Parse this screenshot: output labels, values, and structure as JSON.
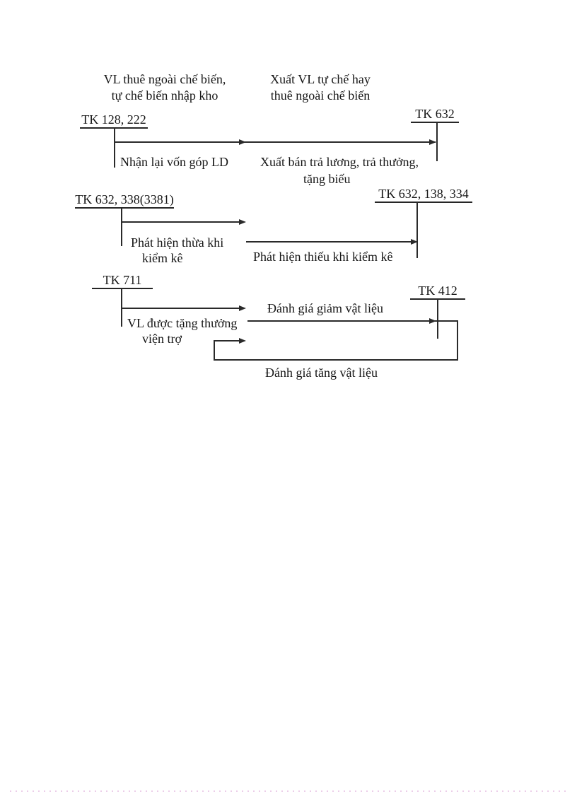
{
  "meta": {
    "description": "Scanned Vietnamese accounting T-account flow diagram (materials accounting entries)",
    "line_color": "#2a2a2a",
    "text_color": "#161616",
    "footer_dotted_color": "#eccee9",
    "background": "#ffffff"
  },
  "diagram": {
    "s1": {
      "label_left_line1": "VL thuê ngoài chế biến,",
      "label_left_line2": "tự chế biến nhập kho",
      "label_right_line1": "Xuất VL tự chế hay",
      "label_right_line2": "thuê ngoài chế biến",
      "account_left": "TK 128, 222",
      "account_right": "TK 632",
      "flow_label_left": "Nhận lại vốn góp LD",
      "flow_label_right_line1": "Xuất bán trả lương, trả thưởng,",
      "flow_label_right_line2": "tặng biếu"
    },
    "s2": {
      "account_left": "TK 632, 338(3381)",
      "account_right": "TK 632, 138, 334",
      "flow_label_left_line1": "Phát hiện thừa khi",
      "flow_label_left_line2": "kiểm kê",
      "flow_label_right": "Phát hiện thiếu khi kiểm kê"
    },
    "s3": {
      "account_left": "TK 711",
      "account_right": "TK 412",
      "flow_label_decrease": "Đánh giá giảm vật liệu",
      "flow_label_left_line1": "VL được tặng thưởng",
      "flow_label_left_line2": "viện trợ",
      "flow_label_increase": "Đánh giá tăng vật liệu"
    }
  }
}
